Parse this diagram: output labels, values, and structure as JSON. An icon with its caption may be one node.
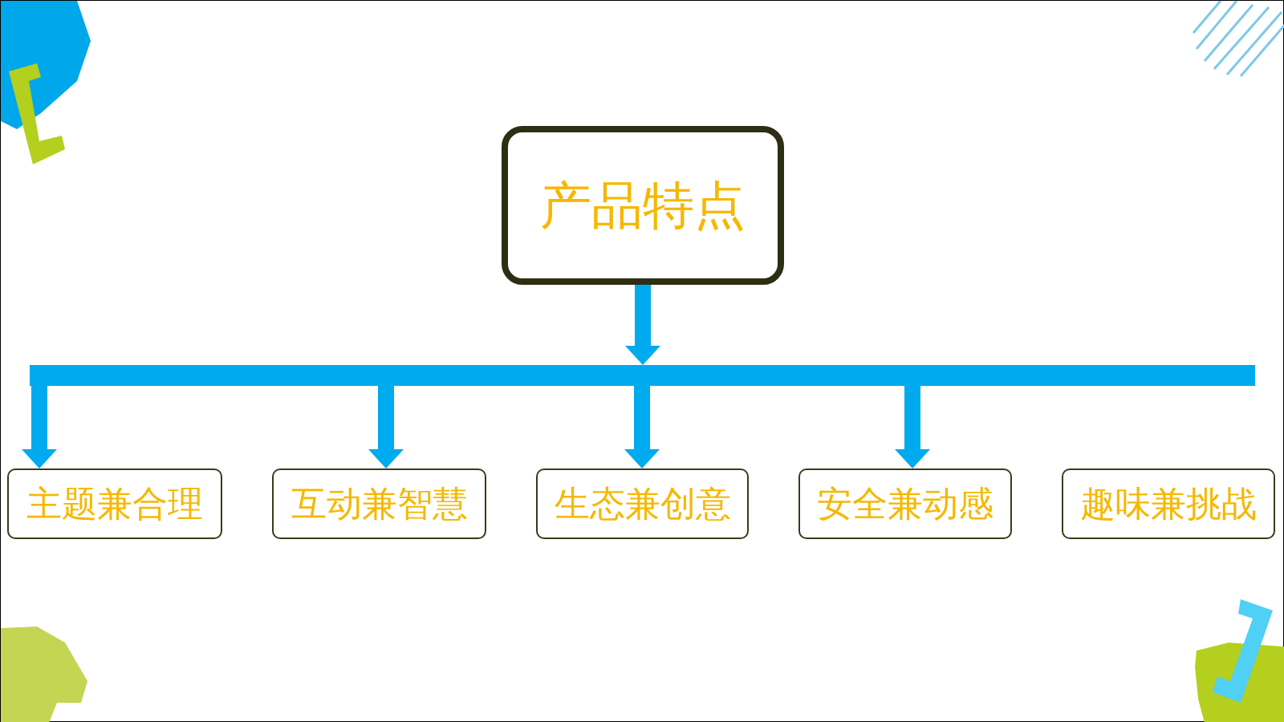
{
  "diagram": {
    "nodes": [
      {
        "text": [
          "产品特点"
        ]
      },
      {
        "text": [],
        "shape": "bar"
      },
      {
        "text": [
          "主题兼合理"
        ]
      },
      {
        "text": [
          "互动兼智慧"
        ]
      },
      {
        "text": [
          "生态兼创意"
        ]
      },
      {
        "text": [
          "安全兼动感"
        ]
      },
      {
        "text": [
          "趣味兼挑战"
        ]
      }
    ],
    "edges": [
      {
        "from": 0,
        "to": 1,
        "arrow": "to"
      },
      {
        "from": 1,
        "to": 2,
        "arrow": "to"
      },
      {
        "from": 1,
        "to": 3,
        "arrow": "to"
      },
      {
        "from": 1,
        "to": 4,
        "arrow": "to"
      },
      {
        "from": 1,
        "to": 5,
        "arrow": "to"
      }
    ]
  }
}
